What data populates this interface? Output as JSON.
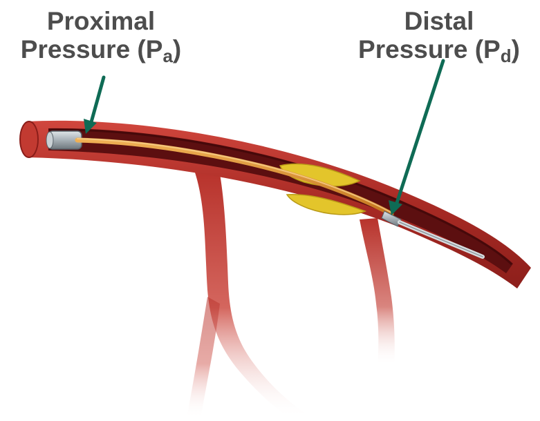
{
  "labels": {
    "proximal": {
      "line1": "Proximal",
      "line2_prefix": "Pressure (P",
      "subscript": "a",
      "line2_suffix": ")"
    },
    "distal": {
      "line1": "Distal",
      "line2_prefix": "Pressure (P",
      "subscript": "d",
      "line2_suffix": ")"
    }
  },
  "colors": {
    "label_text": "#4d4d4d",
    "arrow": "#0f6b55",
    "vessel": "#b8332c",
    "vessel_dark": "#7a1616",
    "guidewire": "#d98c2b",
    "plaque": "#e3c52b",
    "sensor": "#9aa4ab"
  },
  "icons": {
    "proximal_arrow": "arrow-down",
    "distal_arrow": "arrow-down-left"
  }
}
